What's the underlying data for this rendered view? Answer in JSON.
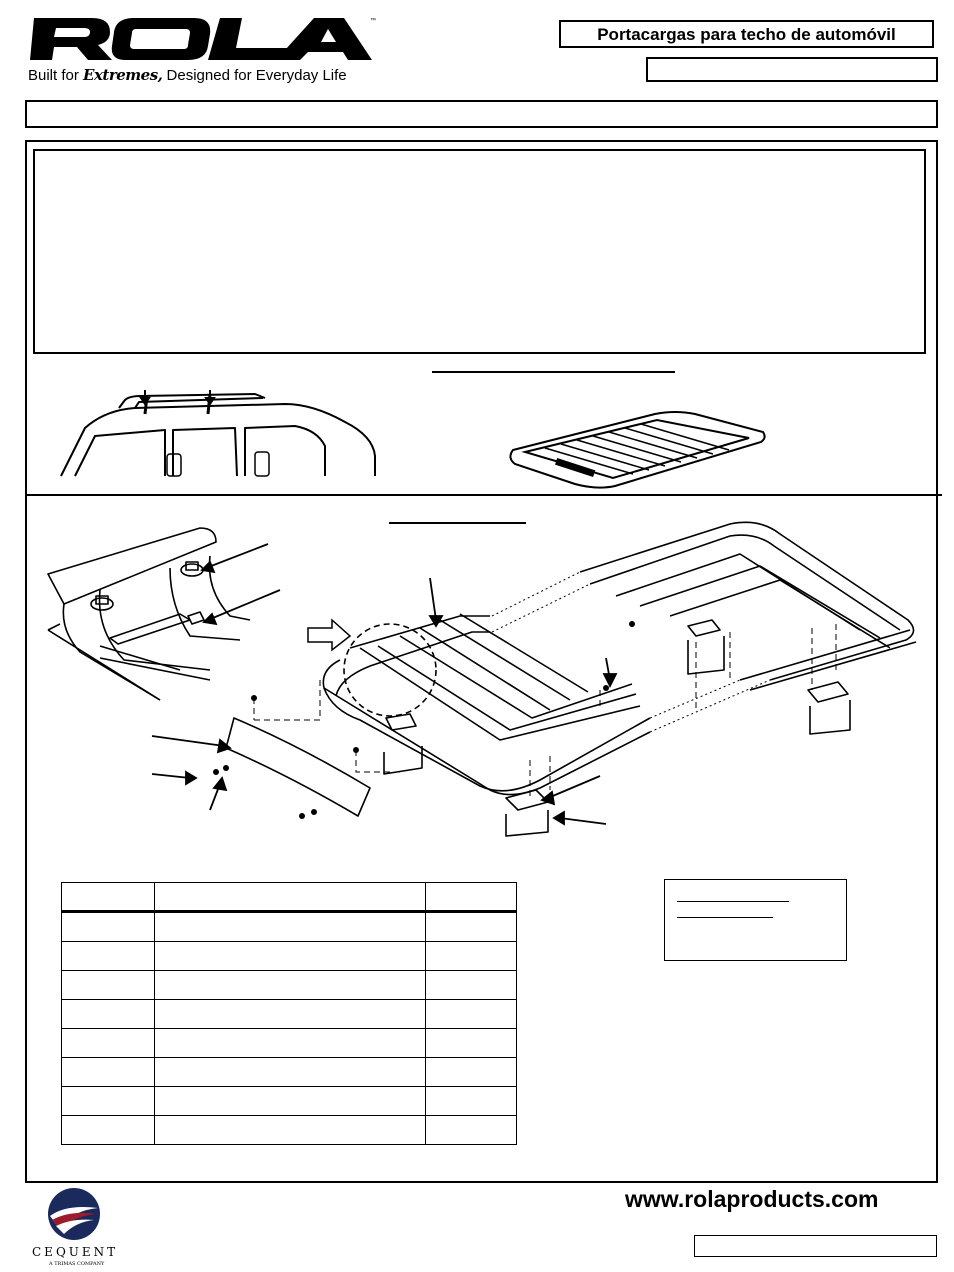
{
  "header": {
    "brand": "ROLA",
    "tagline_before": "Built for ",
    "tagline_script": "Extremes,",
    "tagline_after": " Designed for Everyday Life",
    "product_title": "Portacargas para techo de automóvil"
  },
  "footer": {
    "website": "www.rolaproducts.com",
    "company": "CEQUENT",
    "company_sub": "A TRIMAS COMPANY"
  },
  "colors": {
    "ink": "#000000",
    "cequent_navy": "#1b2a5c",
    "cequent_red": "#9e1b2b"
  },
  "icons": {
    "logo": "rola-logo-icon",
    "cequent": "cequent-globe-icon"
  },
  "parts_table": {
    "rows": 8,
    "columns": 3
  }
}
